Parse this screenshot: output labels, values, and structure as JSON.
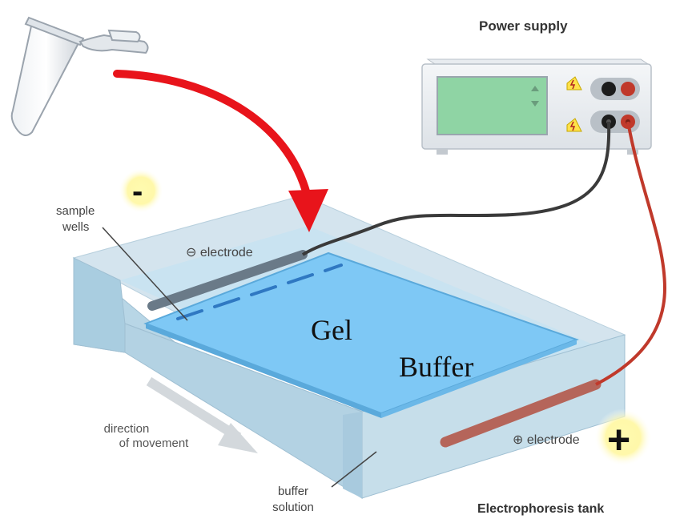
{
  "labels": {
    "power_supply": "Power supply",
    "sample_wells": [
      "sample",
      "wells"
    ],
    "neg_electrode": "⊖ electrode",
    "pos_electrode": "⊕ electrode",
    "gel": "Gel",
    "buffer": "Buffer",
    "direction": [
      "direction",
      "of movement"
    ],
    "buffer_solution": [
      "buffer",
      "solution"
    ],
    "tank": "Electrophoresis tank",
    "minus_sign": "-",
    "plus_sign": "+"
  },
  "colors": {
    "arrow_red": "#e8141b",
    "gel_blue": "#7ec8f5",
    "tank_glass": "#bcd9e8",
    "neg_wire": "#3a3a3a",
    "pos_wire": "#c0392b",
    "screen_green": "#8fd4a4",
    "highlight_yellow": "#fff7a8"
  },
  "icons": [
    "microtube-icon",
    "lightning-icon",
    "curved-arrow-icon",
    "direction-arrow-icon"
  ]
}
